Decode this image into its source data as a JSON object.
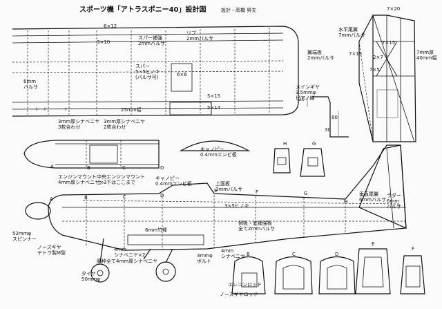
{
  "title": "スポーツ機「アトラスポニー40」設計図",
  "designer": "設計・高橋 昇夫",
  "labels": {
    "spar_top": "6×12",
    "le_3x10": "3×10",
    "spar_rib": "スパー補強\n2mmバルサ",
    "rib": "リブ\n2mmバルサ",
    "spar": "スパー\n5×5ヒノキ\n(バルサ可)",
    "sq_6x6": "6×6",
    "te_5x15": "5×15",
    "te_5x14": "5×14",
    "w25": "25mm幅",
    "mm6_balsa": "6mm\nバルサ",
    "ply3_3": "3mm厚シナベニヤ\n3枚合わせ",
    "ply3_2": "3mm厚シナベニヤ\n2枚合わせ",
    "wing_sheet": "翼端板\n2mmバルサ",
    "top_7x20": "7×20",
    "stab": "水平尾翼\n7mmバルサ",
    "s7x15a": "7×15",
    "s7x15b": "7×15",
    "s2x7": "2×7",
    "s7x5": "7×5",
    "stab_thick": "7mm厚\n40mm幅",
    "main_gear": "メインギヤ\n3.5mmφ\nピアノ線",
    "d30a": "30",
    "d30b": "30",
    "d80": "80",
    "canopy_top": "キャノピー\n0.4mmエンビ板",
    "engine_mount": "エンジンマウント\n4mm厚シナベニヤ×3",
    "center_mount": "中央エンジンマウント\n上・下はここまで",
    "canopy_side": "キャノピー\n0.4mmエンビ板",
    "top_deck": "上面板\n3mmバルサ",
    "s3x5": "3×5ヒノキ",
    "fin": "垂直尾翼\n6mmバルサ",
    "rudder": "ラダー\n6mm\nバルサ",
    "spinner": "52mmφ\nスピンナー",
    "rod6": "6mm竹棒",
    "side_plate": "側板・底補強板\n全て2mmバルサ",
    "nose_gear": "ノーズギヤ\nテトラ製M型",
    "ply4x2": "4mm\nシナベニヤ×2",
    "fuse_ply": "胴枠全て4mm厚シナベニヤ",
    "bolt": "3mmφ\nボルト",
    "ply4b": "4mm\nシナベニヤ",
    "tire": "タイヤ\n50mmφ",
    "ele_rod": "エレコンロッド",
    "nose_rod": "ノーズギヤロッド",
    "letters": [
      "A",
      "B",
      "C",
      "D",
      "E",
      "F",
      "G",
      "H"
    ]
  },
  "colors": {
    "ink": "#111111",
    "paper": "#fafafa"
  }
}
